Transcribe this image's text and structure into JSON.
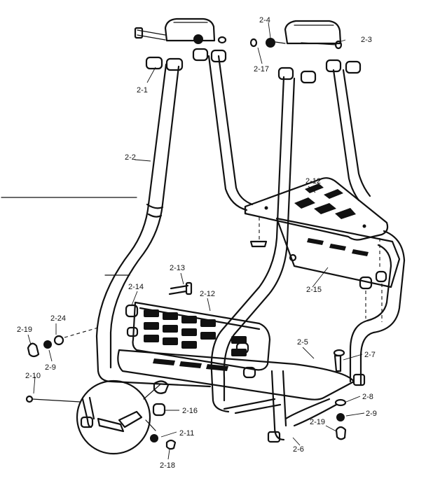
{
  "diagram": {
    "labels": {
      "l2_1": "2-1",
      "l2_2": "2-2",
      "l2_3": "2-3",
      "l2_4": "2-4",
      "l2_5": "2-5",
      "l2_6": "2-6",
      "l2_7": "2-7",
      "l2_8": "2-8",
      "l2_9a": "2-9",
      "l2_9b": "2-9",
      "l2_10": "2-10",
      "l2_11": "2-11",
      "l2_12a": "2-12",
      "l2_12b": "2-12",
      "l2_13": "2-13",
      "l2_14": "2-14",
      "l2_15": "2-15",
      "l2_16": "2-16",
      "l2_17": "2-17",
      "l2_18": "2-18",
      "l2_19a": "2-19",
      "l2_19b": "2-19",
      "l2_24": "2-24"
    }
  }
}
